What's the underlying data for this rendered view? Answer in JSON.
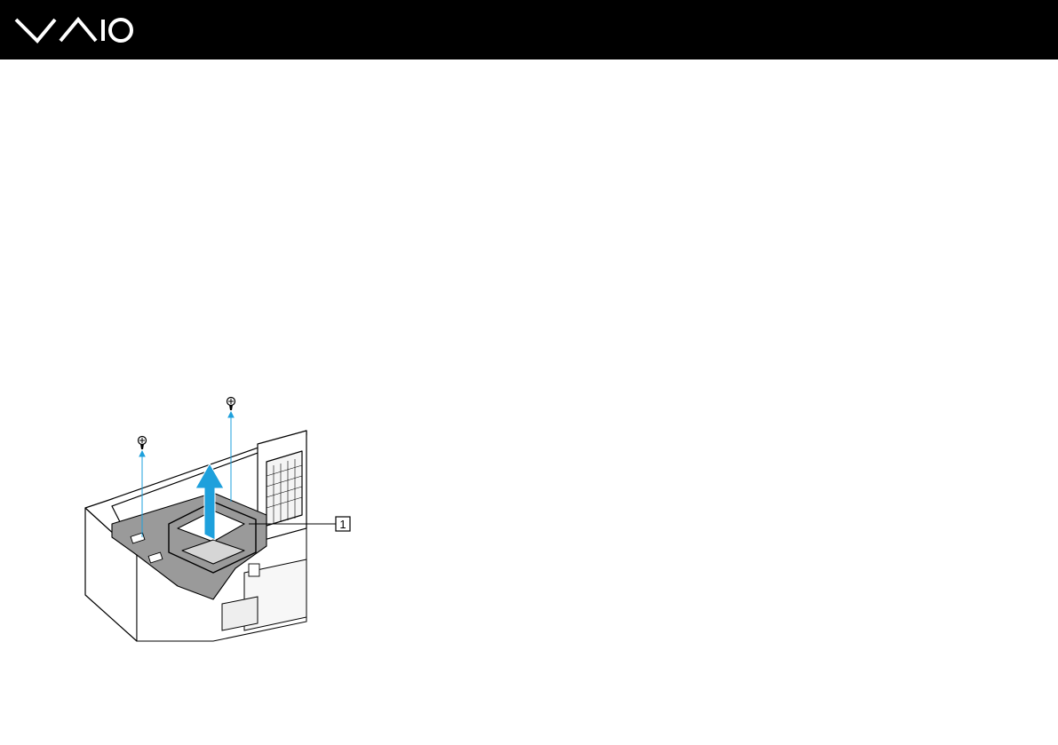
{
  "header": {
    "brand_logo": "VAIO",
    "background_color": "#000000",
    "logo_color": "#ffffff"
  },
  "illustration": {
    "subject": "desktop-chassis-bracket-removal",
    "callouts": [
      {
        "label": "1"
      }
    ],
    "arrow_color": "#1ea0dc",
    "line_color": "#000000",
    "shade_color": "#9a9a9a"
  }
}
